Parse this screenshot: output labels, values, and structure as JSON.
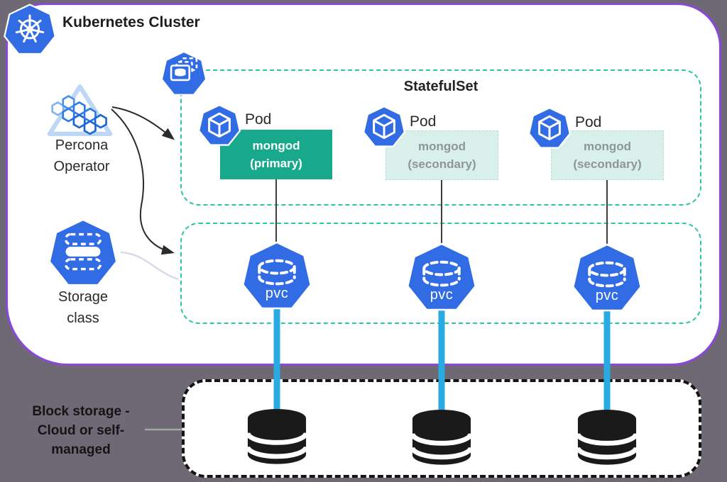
{
  "diagram": {
    "title": "Kubernetes Cluster",
    "colors": {
      "page_background": "#6E6975",
      "cluster_border": "#8A47DB",
      "group_dash": "#2EC5A2",
      "kubernetes_blue": "#326CE5",
      "primary_green": "#18A88B",
      "secondary_mint": "#D9EFE9",
      "secondary_text_gray": "#8E959B",
      "storage_link_blue": "#29ABE2",
      "black_ink": "#1A1A1A"
    }
  },
  "left_column": {
    "percona": {
      "line1": "Percona",
      "line2": "Operator"
    },
    "storage_class": {
      "line1": "Storage",
      "line2": "class"
    }
  },
  "statefulset": {
    "label": "StatefulSet",
    "pods": [
      {
        "label": "Pod",
        "name": "mongod",
        "role": "(primary)"
      },
      {
        "label": "Pod",
        "name": "mongod",
        "role": "(secondary)"
      },
      {
        "label": "Pod",
        "name": "mongod",
        "role": "(secondary)"
      }
    ]
  },
  "pvc_group": {
    "pvcs": [
      {
        "label": "pvc"
      },
      {
        "label": "pvc"
      },
      {
        "label": "pvc"
      }
    ]
  },
  "block_storage": {
    "line1": "Block storage -",
    "line2": "Cloud or self-",
    "line3": "managed"
  }
}
